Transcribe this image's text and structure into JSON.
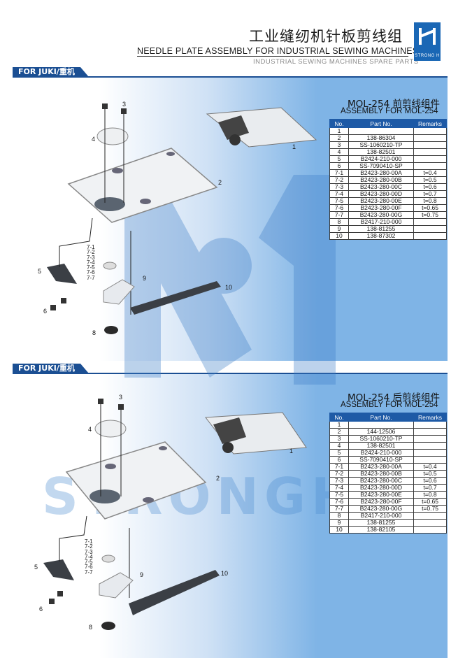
{
  "header": {
    "title_cn": "工业缝纫机针板剪线组",
    "title_en": "NEEDLE PLATE ASSEMBLY FOR INDUSTRIAL SEWING MACHINES",
    "subtitle": "INDUSTRIAL SEWING MACHINES SPARE PARTS",
    "logo_text": "STRONG H"
  },
  "watermark": "STRONGH",
  "sections": [
    {
      "tag": "FOR JUKI/重机",
      "caption_cn": "MOL-254 前剪线组件",
      "caption_en": "ASSEMBLY FOR MOL-254",
      "headers": [
        "No.",
        "Part No.",
        "Remarks"
      ],
      "rows": [
        [
          "1",
          "",
          ""
        ],
        [
          "2",
          "138-86304",
          ""
        ],
        [
          "3",
          "SS-1060210-TP",
          ""
        ],
        [
          "4",
          "138-82501",
          ""
        ],
        [
          "5",
          "B2424-210-000",
          ""
        ],
        [
          "6",
          "SS-7090410-SP",
          ""
        ],
        [
          "7-1",
          "B2423-280-00A",
          "t=0.4"
        ],
        [
          "7-2",
          "B2423-280-00B",
          "t=0.5"
        ],
        [
          "7-3",
          "B2423-280-00C",
          "t=0.6"
        ],
        [
          "7-4",
          "B2423-280-00D",
          "t=0.7"
        ],
        [
          "7-5",
          "B2423-280-00E",
          "t=0.8"
        ],
        [
          "7-6",
          "B2423-280-00F",
          "t=0.65"
        ],
        [
          "7-7",
          "B2423-280-00G",
          "t=0.75"
        ],
        [
          "8",
          "B2417-210-000",
          ""
        ],
        [
          "9",
          "138-81255",
          ""
        ],
        [
          "10",
          "138-87302",
          ""
        ]
      ],
      "callouts": {
        "c1": "1",
        "c2": "2",
        "c3": "3",
        "c4": "4",
        "c5": "5",
        "c6": "6",
        "c7": "7-1\n7-2\n7-3\n7-4\n7-5\n7-6\n7-7",
        "c8": "8",
        "c9": "9",
        "c10": "10"
      }
    },
    {
      "tag": "FOR JUKI/重机",
      "caption_cn": "MOL-254 后剪线组件",
      "caption_en": "ASSEMBLY FOR MOL-254",
      "headers": [
        "No.",
        "Part No.",
        "Remarks"
      ],
      "rows": [
        [
          "1",
          "",
          ""
        ],
        [
          "2",
          "144-12506",
          ""
        ],
        [
          "3",
          "SS-1060210-TP",
          ""
        ],
        [
          "4",
          "138-82501",
          ""
        ],
        [
          "5",
          "B2424-210-000",
          ""
        ],
        [
          "6",
          "SS-7090410-SP",
          ""
        ],
        [
          "7-1",
          "B2423-280-00A",
          "t=0.4"
        ],
        [
          "7-2",
          "B2423-280-00B",
          "t=0.5"
        ],
        [
          "7-3",
          "B2423-280-00C",
          "t=0.6"
        ],
        [
          "7-4",
          "B2423-280-00D",
          "t=0.7"
        ],
        [
          "7-5",
          "B2423-280-00E",
          "t=0.8"
        ],
        [
          "7-6",
          "B2423-280-00F",
          "t=0.65"
        ],
        [
          "7-7",
          "B2423-280-00G",
          "t=0.75"
        ],
        [
          "8",
          "B2417-210-000",
          ""
        ],
        [
          "9",
          "138-81255",
          ""
        ],
        [
          "10",
          "138-82105",
          ""
        ]
      ],
      "callouts": {
        "c1": "1",
        "c2": "2",
        "c3": "3",
        "c4": "4",
        "c5": "5",
        "c6": "6",
        "c7": "7-1\n7-2\n7-3\n7-4\n7-5\n7-6\n7-7",
        "c8": "8",
        "c9": "9",
        "c10": "10"
      }
    }
  ]
}
